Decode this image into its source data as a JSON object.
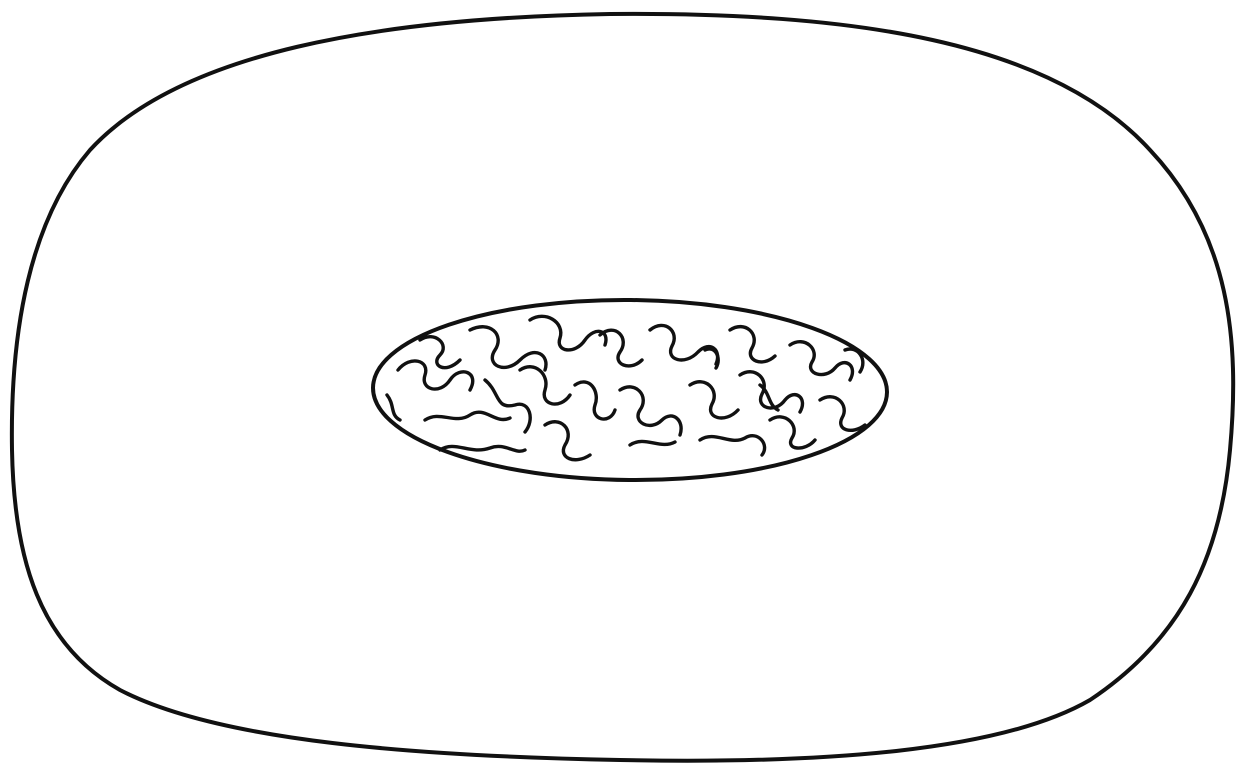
{
  "figure": {
    "kind": "line drawing",
    "stroke_color": "#111111",
    "background_color": "#ffffff",
    "shapes": [
      "outer-rounded-outline-shape",
      "inner-ellipse-shape",
      "inner-squiggle-pattern"
    ]
  }
}
